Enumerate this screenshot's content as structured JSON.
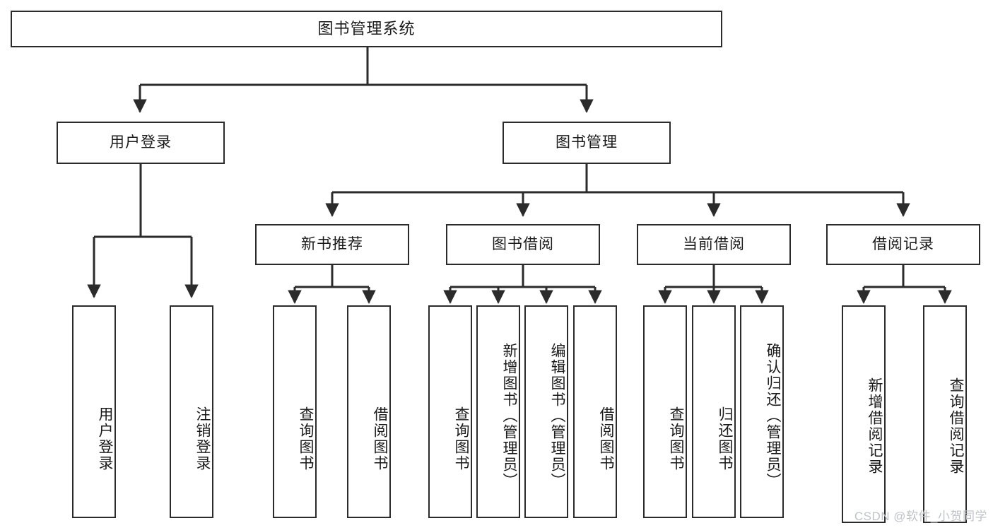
{
  "diagram": {
    "title": "图书管理系统",
    "type": "tree-hierarchy",
    "stroke_color": "#2b2b2b",
    "background_color": "#ffffff"
  },
  "root": {
    "label": "图书管理系统"
  },
  "level2": [
    {
      "label": "用户登录"
    },
    {
      "label": "图书管理"
    }
  ],
  "level3": [
    {
      "label": "新书推荐"
    },
    {
      "label": "图书借阅"
    },
    {
      "label": "当前借阅"
    },
    {
      "label": "借阅记录"
    }
  ],
  "leaves": {
    "user_login": [
      {
        "label": "用户登录"
      },
      {
        "label": "注销登录"
      }
    ],
    "new_book": [
      {
        "label": "查询图书"
      },
      {
        "label": "借阅图书"
      }
    ],
    "borrow_book": [
      {
        "label": "查询图书"
      },
      {
        "label": "新增图书（管理员）"
      },
      {
        "label": "编辑图书（管理员）"
      },
      {
        "label": "借阅图书"
      }
    ],
    "current_borrow": [
      {
        "label": "查询图书"
      },
      {
        "label": "归还图书"
      },
      {
        "label": "确认归还（管理员）"
      }
    ],
    "borrow_record": [
      {
        "label": "新增借阅记录"
      },
      {
        "label": "查询借阅记录"
      }
    ]
  },
  "watermark": {
    "text": "CSDN @软件_小贺同学"
  }
}
